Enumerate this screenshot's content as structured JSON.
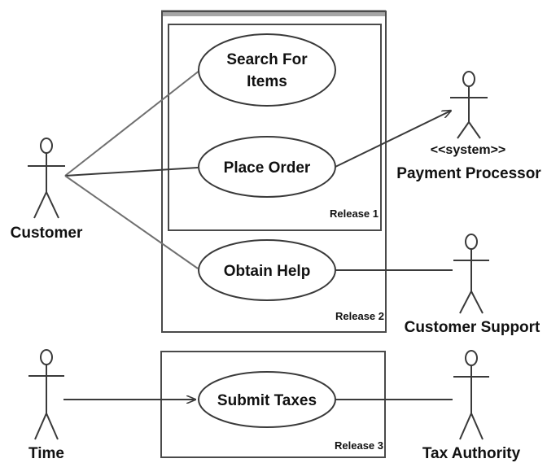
{
  "diagram": {
    "releases": [
      {
        "id": "release-1",
        "label": "Release 1"
      },
      {
        "id": "release-2",
        "label": "Release 2"
      },
      {
        "id": "release-3",
        "label": "Release 3"
      }
    ],
    "use_cases": [
      {
        "id": "search",
        "lines": [
          "Search For",
          "Items"
        ]
      },
      {
        "id": "place-order",
        "lines": [
          "Place Order"
        ]
      },
      {
        "id": "obtain-help",
        "lines": [
          "Obtain Help"
        ]
      },
      {
        "id": "submit-taxes",
        "lines": [
          "Submit Taxes"
        ]
      }
    ],
    "actors": [
      {
        "id": "customer",
        "label": "Customer"
      },
      {
        "id": "payment-processor",
        "stereotype": "<<system>>",
        "label": "Payment Processor"
      },
      {
        "id": "customer-support",
        "label": "Customer Support"
      },
      {
        "id": "time",
        "label": "Time"
      },
      {
        "id": "tax-authority",
        "label": "Tax Authority"
      }
    ]
  }
}
